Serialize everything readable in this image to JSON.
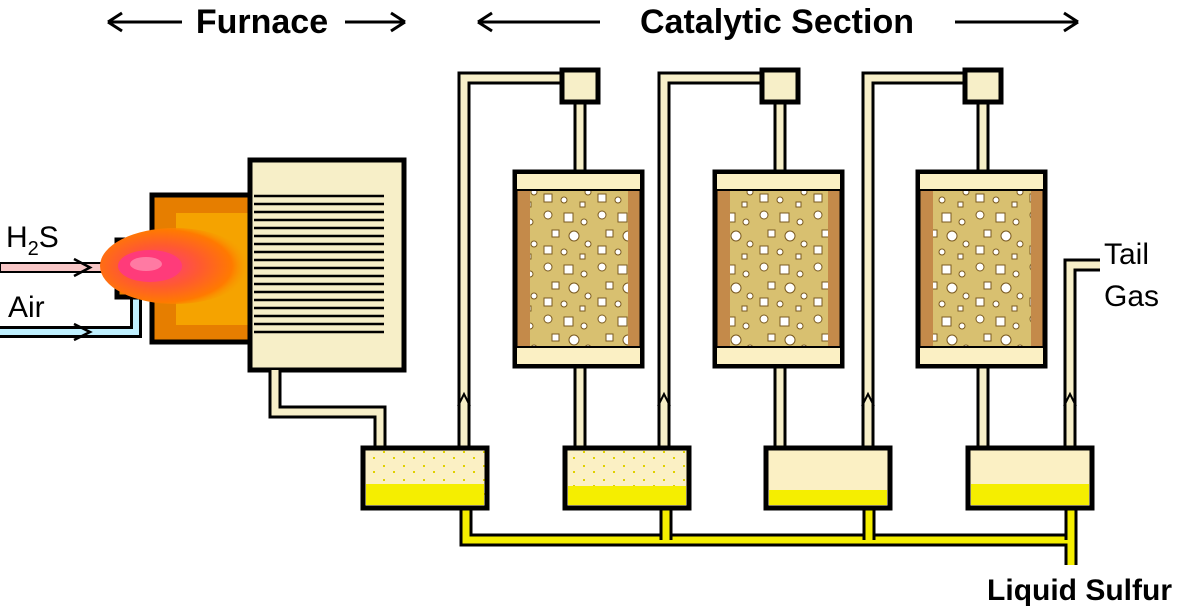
{
  "headers": {
    "furnace": "Furnace",
    "catalytic": "Catalytic Section"
  },
  "inputs": {
    "h2s_h": "H",
    "h2s_sub": "2",
    "h2s_s": "S",
    "air": "Air"
  },
  "outputs": {
    "tail_gas_line1": "Tail",
    "tail_gas_line2": "Gas",
    "liquid_sulfur": "Liquid Sulfur"
  },
  "colors": {
    "outline": "#000000",
    "pipe_fill": "#f7efc8",
    "furnace_outer": "#e67e00",
    "furnace_inner": "#f5a300",
    "flame_core": "#ff3b7a",
    "flame_outer": "#ff6a00",
    "vessel_cream": "#fbf0c4",
    "vessel_brown": "#c48a4a",
    "catalyst": "#d8c070",
    "sulfur_yellow": "#f5ee00",
    "h2s_line": "#f7c6c6",
    "air_line": "#bff0ff"
  }
}
